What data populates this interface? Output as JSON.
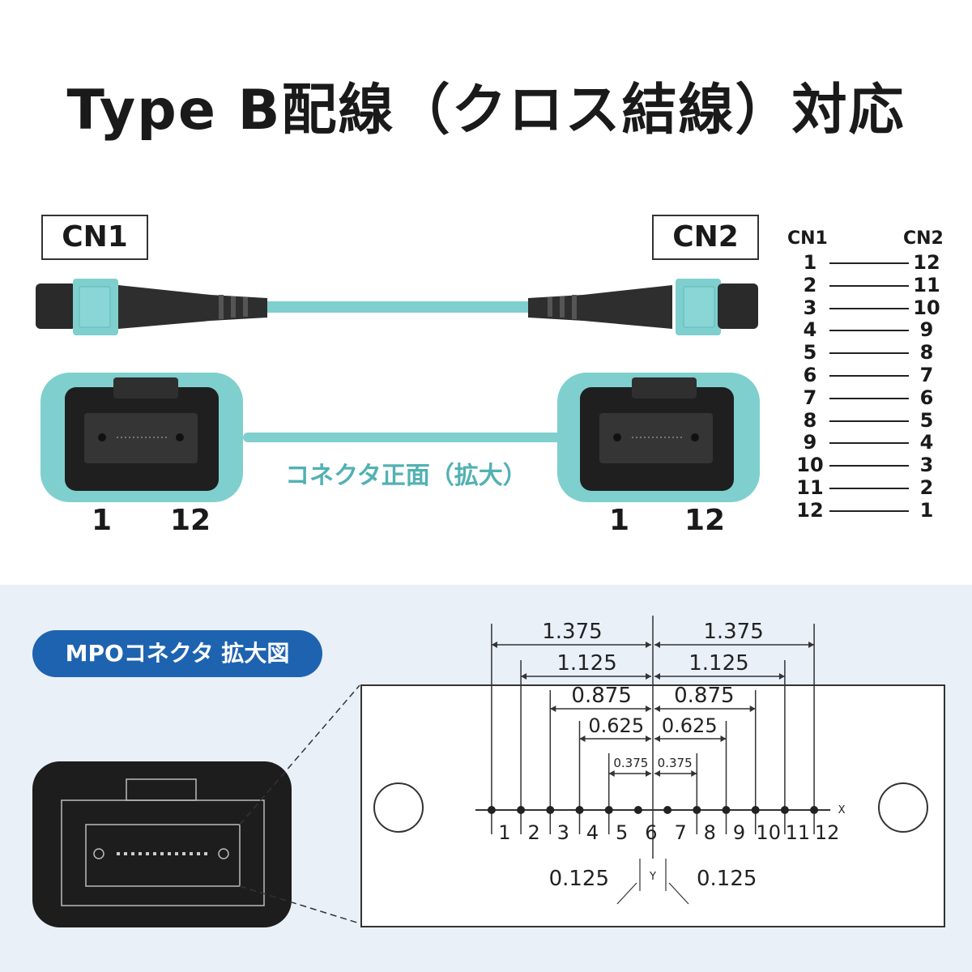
{
  "title": "Type B配線（クロス結線）対応",
  "cn1_label": "CN1",
  "cn2_label": "CN2",
  "caption": "コネクタ正面（拡大）",
  "connector_left_numbers": [
    "1",
    "12"
  ],
  "connector_right_numbers": [
    "1",
    "12"
  ],
  "pin_map": {
    "header_left": "CN1",
    "header_right": "CN2",
    "rows": [
      {
        "left": "1",
        "right": "12"
      },
      {
        "left": "2",
        "right": "11"
      },
      {
        "left": "3",
        "right": "10"
      },
      {
        "left": "4",
        "right": "9"
      },
      {
        "left": "5",
        "right": "8"
      },
      {
        "left": "6",
        "right": "7"
      },
      {
        "left": "7",
        "right": "6"
      },
      {
        "left": "8",
        "right": "5"
      },
      {
        "left": "9",
        "right": "4"
      },
      {
        "left": "10",
        "right": "3"
      },
      {
        "left": "11",
        "right": "2"
      },
      {
        "left": "12",
        "right": "1"
      }
    ]
  },
  "mpo_label": "MPOコネクタ 拡大図",
  "dimensions": {
    "d1": "1.375",
    "d2": "1.125",
    "d3": "0.875",
    "d4": "0.625",
    "d5": "0.375",
    "tol_left": "0.125",
    "tol_right": "0.125",
    "x_axis": "X",
    "y_axis": "Y",
    "fiber_numbers": [
      "1",
      "2",
      "3",
      "4",
      "5",
      "6",
      "7",
      "8",
      "9",
      "10",
      "11",
      "12"
    ]
  },
  "colors": {
    "aqua": "#7fcfcf",
    "aqua_dark": "#52b1b4",
    "pill": "#1e63b0",
    "lower_bg": "#eaf0f8"
  }
}
